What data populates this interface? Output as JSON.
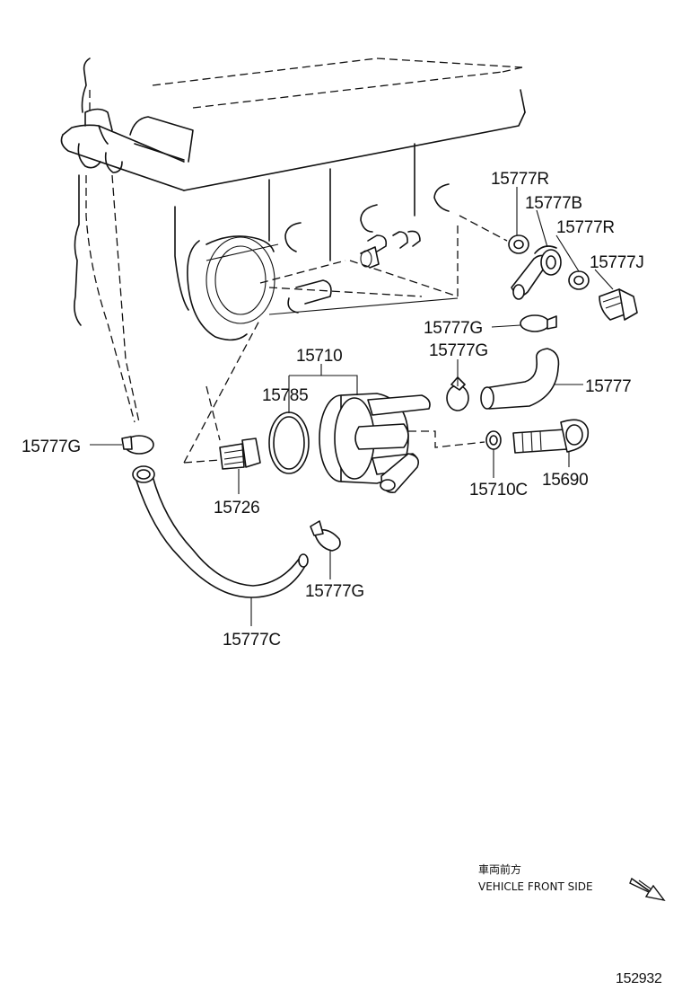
{
  "labels": {
    "p15777R_top": "15777R",
    "p15777B": "15777B",
    "p15777R_mid": "15777R",
    "p15777J": "15777J",
    "p15777G_a": "15777G",
    "p15777G_b": "15777G",
    "p15710": "15710",
    "p15785": "15785",
    "p15777": "15777",
    "p15777G_left": "15777G",
    "p15726": "15726",
    "p15710C": "15710C",
    "p15690": "15690",
    "p15777G_low": "15777G",
    "p15777C": "15777C"
  },
  "direction": {
    "jp": "車両前方",
    "en": "VEHICLE FRONT SIDE"
  },
  "figure_id": "152932"
}
